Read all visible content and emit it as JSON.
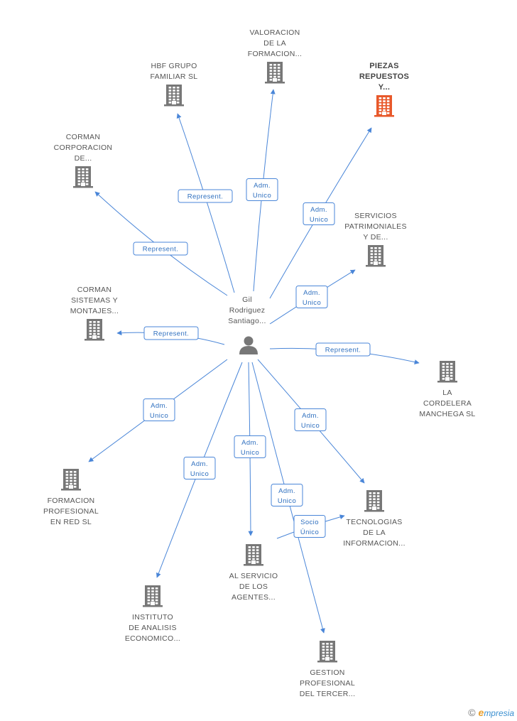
{
  "center": {
    "label": [
      "Gil",
      "Rodriguez",
      "Santiago..."
    ],
    "icon": "person-icon"
  },
  "colors": {
    "edge": "#4a86d8",
    "building": "#777777",
    "highlight": "#e8582a"
  },
  "nodes": [
    {
      "id": "hbf",
      "label": [
        "HBF GRUPO",
        "FAMILIAR SL"
      ],
      "highlight": false
    },
    {
      "id": "valoracion",
      "label": [
        "VALORACION",
        "DE LA",
        "FORMACION..."
      ],
      "highlight": false
    },
    {
      "id": "piezas",
      "label": [
        "PIEZAS",
        "REPUESTOS",
        "Y..."
      ],
      "highlight": true
    },
    {
      "id": "corman-corp",
      "label": [
        "CORMAN",
        "CORPORACION",
        "DE..."
      ],
      "highlight": false
    },
    {
      "id": "servicios",
      "label": [
        "SERVICIOS",
        "PATRIMONIALES",
        "Y DE..."
      ],
      "highlight": false
    },
    {
      "id": "corman-sist",
      "label": [
        "CORMAN",
        "SISTEMAS Y",
        "MONTAJES..."
      ],
      "highlight": false
    },
    {
      "id": "cordelera",
      "label": [
        "LA",
        "CORDELERA",
        "MANCHEGA SL"
      ],
      "highlight": false
    },
    {
      "id": "formacion",
      "label": [
        "FORMACION",
        "PROFESIONAL",
        "EN RED SL"
      ],
      "highlight": false
    },
    {
      "id": "tecnologias",
      "label": [
        "TECNOLOGIAS",
        "DE LA",
        "INFORMACION..."
      ],
      "highlight": false
    },
    {
      "id": "alservicio",
      "label": [
        "AL SERVICIO",
        "DE LOS",
        "AGENTES..."
      ],
      "highlight": false
    },
    {
      "id": "instituto",
      "label": [
        "INSTITUTO",
        "DE ANALISIS",
        "ECONOMICO..."
      ],
      "highlight": false
    },
    {
      "id": "gestion",
      "label": [
        "GESTION",
        "PROFESIONAL",
        "DEL TERCER..."
      ],
      "highlight": false
    }
  ],
  "edges": [
    {
      "target": "hbf",
      "role": [
        "Represent."
      ]
    },
    {
      "target": "valoracion",
      "role": [
        "Adm.",
        "Unico"
      ]
    },
    {
      "target": "piezas",
      "role": [
        "Adm.",
        "Unico"
      ]
    },
    {
      "target": "corman-corp",
      "role": [
        "Represent."
      ]
    },
    {
      "target": "servicios",
      "role": [
        "Adm.",
        "Unico"
      ]
    },
    {
      "target": "corman-sist",
      "role": [
        "Represent."
      ]
    },
    {
      "target": "cordelera",
      "role": [
        "Represent."
      ]
    },
    {
      "target": "formacion",
      "role": [
        "Adm.",
        "Unico"
      ]
    },
    {
      "target": "tecnologias",
      "role": [
        "Adm.",
        "Unico"
      ]
    },
    {
      "target": "alservicio",
      "role": [
        "Adm.",
        "Unico"
      ]
    },
    {
      "target": "instituto",
      "role": [
        "Adm.",
        "Unico"
      ]
    },
    {
      "target": "gestion",
      "role": [
        "Adm.",
        "Unico"
      ]
    },
    {
      "target": "tecnologias",
      "role": [
        "Socio",
        "Único"
      ],
      "from": "alservicio"
    }
  ],
  "footer": {
    "copyright": "©",
    "brand_initial": "e",
    "brand_rest": "mpresia"
  }
}
